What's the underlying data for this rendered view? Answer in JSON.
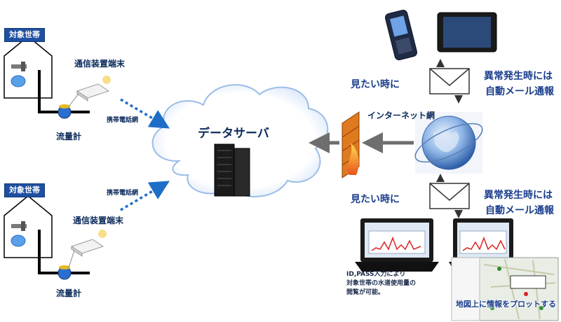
{
  "households": [
    {
      "tag": "対象世帯",
      "terminal": "通信装置端末",
      "network": "携帯電話網",
      "meter": "流量計"
    },
    {
      "tag": "対象世帯",
      "terminal": "通信装置端末",
      "network": "携帯電話網",
      "meter": "流量計"
    }
  ],
  "server": {
    "label": "データサーバ"
  },
  "internet": {
    "label": "インターネット網"
  },
  "top_right": {
    "view": "見たい時に",
    "alert_line1": "異常発生時には",
    "alert_line2": "自動メール通報"
  },
  "bottom_right": {
    "view": "見たい時に",
    "alert_line1": "異常発生時には",
    "alert_line2": "自動メール通報"
  },
  "login_note": {
    "line1": "ID,PASS入力により",
    "line2": "対象世帯の水道使用量の",
    "line3": "閲覧が可能。"
  },
  "map_label": "地図上に情報をプロットする",
  "colors": {
    "tag_bg": "#1f4fa0",
    "text_blue": "#1a3d8c",
    "arrow_blue": "#1e6ec8",
    "arrow_gray": "#6e6e6e"
  }
}
